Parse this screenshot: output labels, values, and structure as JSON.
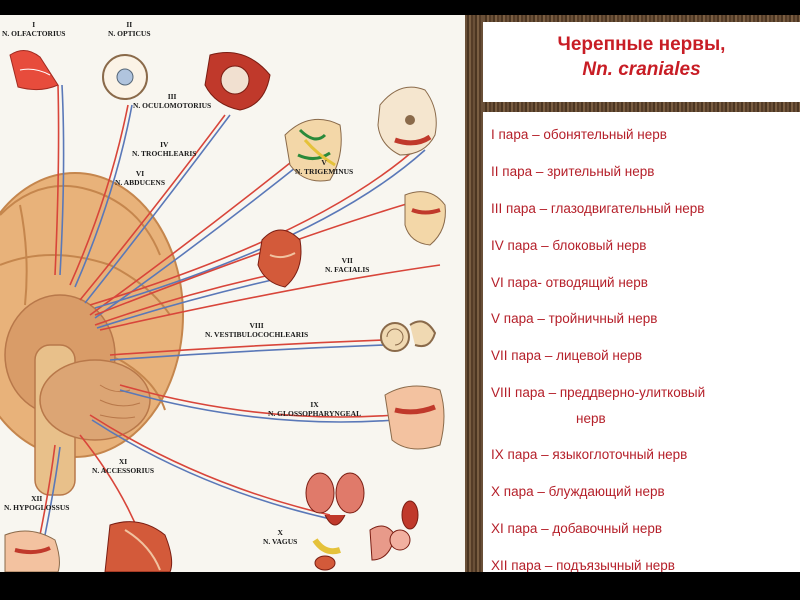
{
  "title": {
    "line1": "Черепные нервы,",
    "line2": "Nn. craniales"
  },
  "nerve_list": [
    "I пара – обонятельный нерв",
    "II пара – зрительный нерв",
    "III пара – глазодвигательный нерв",
    "IV пара – блоковый нерв",
    "VI пара- отводящий нерв",
    "V пара – тройничный нерв",
    "VII пара – лицевой нерв",
    "VIII пара – преддверно-улитковый",
    "нерв",
    "IX пара – языкоглоточный нерв",
    "X пара – блуждающий нерв",
    "XI пара – добавочный нерв",
    "XII пара – подъязычный нерв"
  ],
  "figure_labels": {
    "n1": {
      "num": "I",
      "name": "N. OLFACTORIUS"
    },
    "n2": {
      "num": "II",
      "name": "N. OPTICUS"
    },
    "n3": {
      "num": "III",
      "name": "N. OCULOMOTORIUS"
    },
    "n4": {
      "num": "IV",
      "name": "N. TROCHLEARIS"
    },
    "n6": {
      "num": "VI",
      "name": "N. ABDUCENS"
    },
    "n5": {
      "num": "V",
      "name": "N. TRIGEMINUS"
    },
    "n7": {
      "num": "VII",
      "name": "N. FACIALIS"
    },
    "n8": {
      "num": "VIII",
      "name": "N. VESTIBULOCOCHLEARIS"
    },
    "n9": {
      "num": "IX",
      "name": "N. GLOSSOPHARYNGEAL"
    },
    "n10": {
      "num": "X",
      "name": "N. VAGUS"
    },
    "n11": {
      "num": "XI",
      "name": "N. ACCESSORIUS"
    },
    "n12": {
      "num": "XII",
      "name": "N. HYPOGLOSSUS"
    }
  },
  "colors": {
    "title_red": "#c81d25",
    "list_red": "#b5202a",
    "nerve_red": "#d8453a",
    "nerve_blue": "#5a78b8",
    "brain": "#e8b27a",
    "frame_wood": "#5a4028"
  }
}
